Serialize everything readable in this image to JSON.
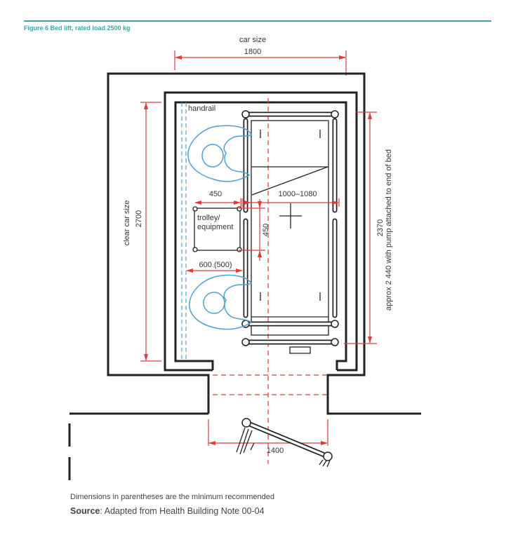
{
  "figure": {
    "title": "Figure 6 Bed lift, rated load 2500 kg",
    "accent_color": "#3aa99a",
    "labels": {
      "car_size": "car size",
      "car_size_value": "1800",
      "handrail": "handrail",
      "clear_car_size": "clear car size",
      "clear_car_size_value": "2700",
      "bed_length_value": "2370",
      "bed_length_note": "approx 2 440 with pump attached to end of bed",
      "trolley_width": "450",
      "bed_width": "1000–1080",
      "trolley_line1": "trolley/",
      "trolley_line2": "equipment",
      "trolley_depth": "450",
      "side_clearance": "600 (500)",
      "door_width": "1400"
    }
  },
  "caption": {
    "note": "Dimensions in parentheses are the minimum recommended",
    "source_label": "Source",
    "source_text": ": Adapted from Health Building Note 00-04"
  }
}
